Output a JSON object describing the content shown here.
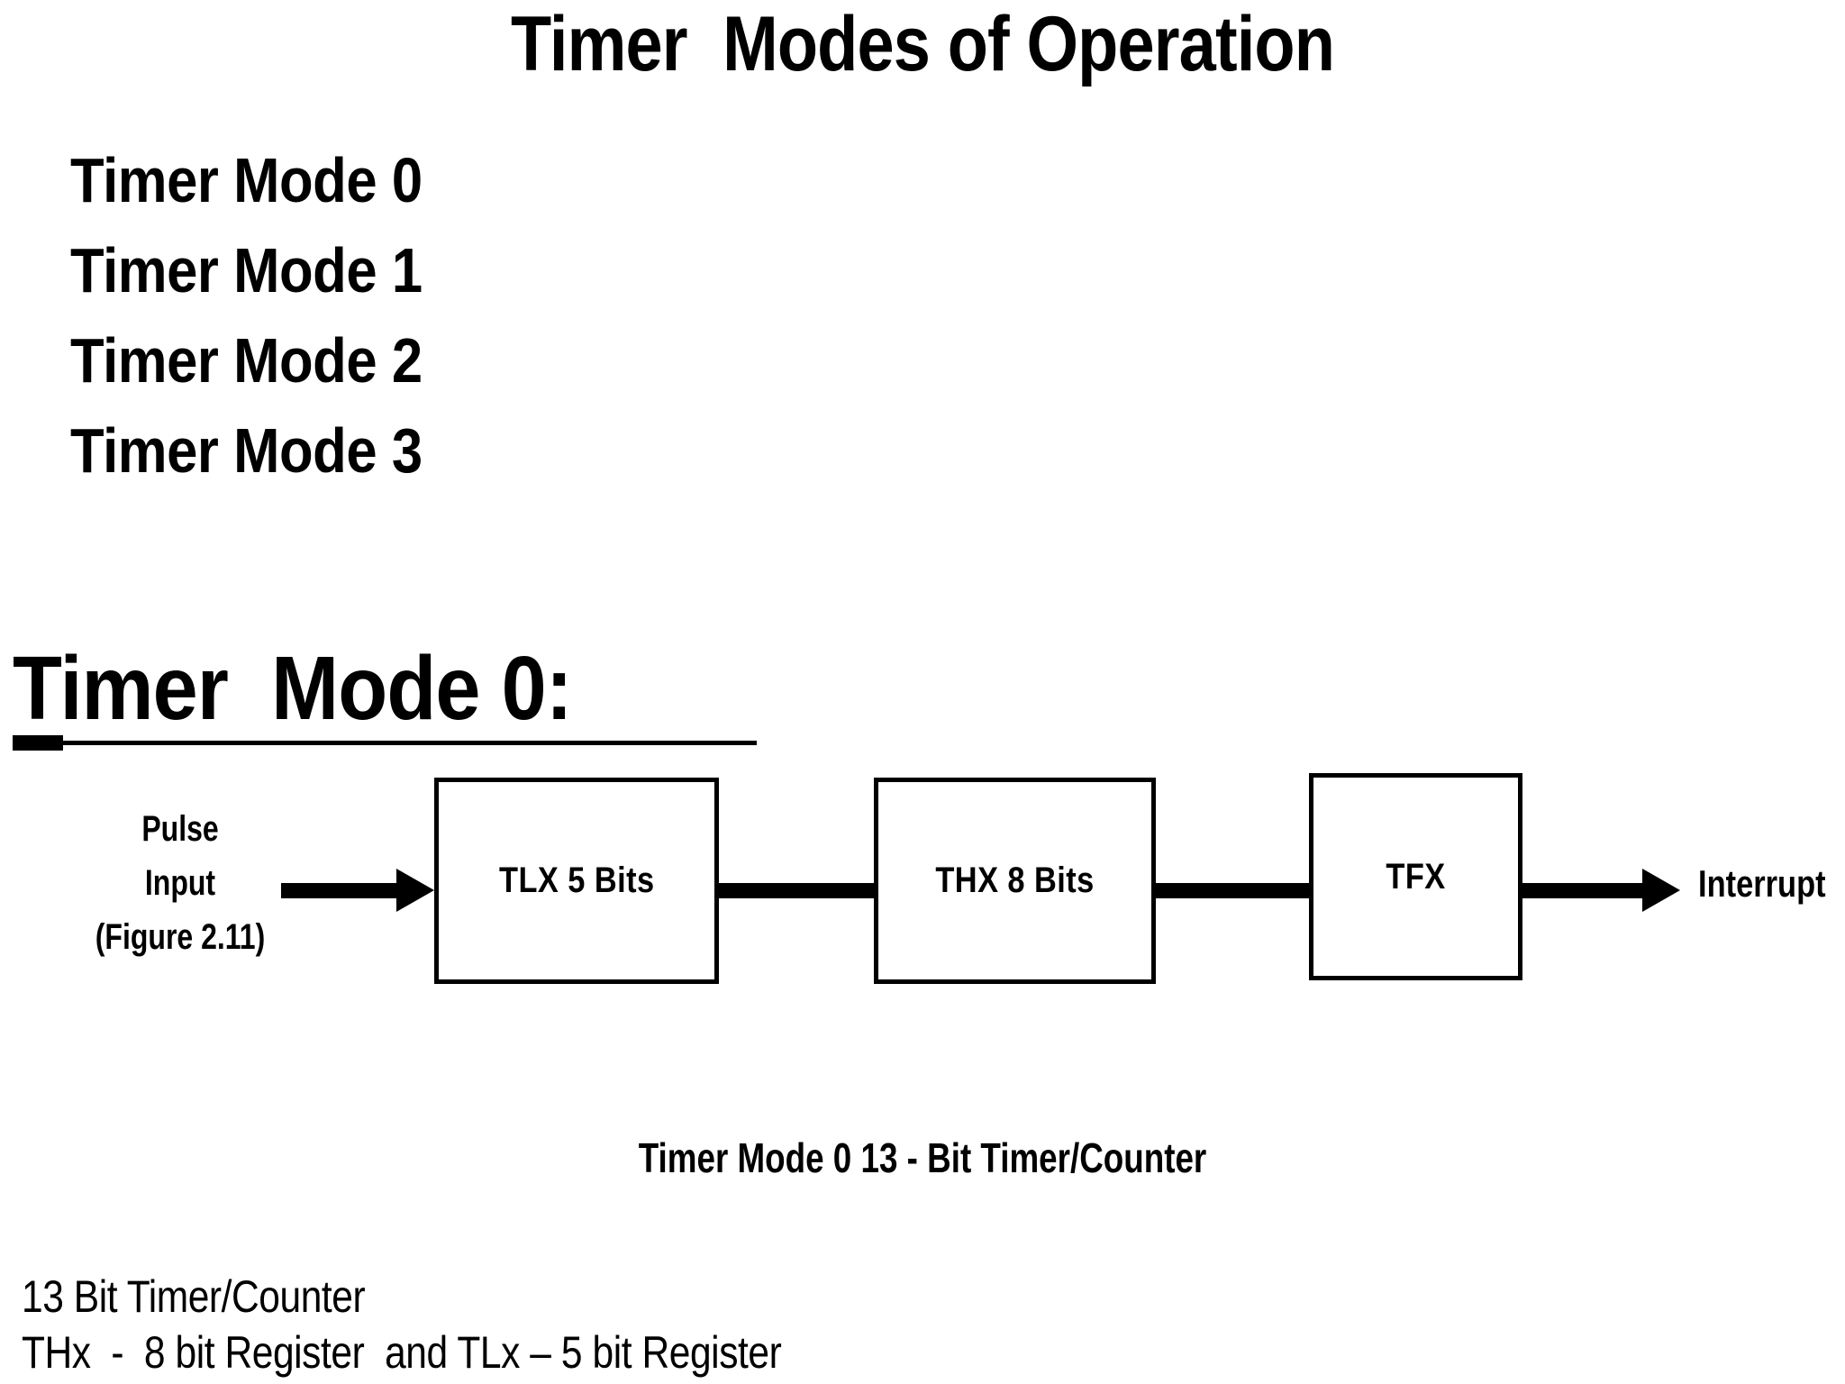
{
  "slide": {
    "title": "Timer  Modes of Operation",
    "mode_list": [
      "Timer Mode 0",
      "Timer Mode 1",
      "Timer Mode 2",
      "Timer Mode 3"
    ],
    "section_heading": "Timer  Mode 0:"
  },
  "diagram": {
    "input_label_lines": [
      "Pulse",
      "Input",
      "(Figure 2.11)"
    ],
    "blocks": [
      {
        "id": "tlx",
        "label": "TLX 5 Bits"
      },
      {
        "id": "thx",
        "label": "THX 8 Bits"
      },
      {
        "id": "tfx",
        "label": "TFX"
      }
    ],
    "output_label": "Interrupt",
    "caption": "Timer Mode 0 13 - Bit Timer/Counter"
  },
  "footer": {
    "lines": [
      "13 Bit Timer/Counter",
      "THx  -  8 bit Register  and TLx – 5 bit Register"
    ]
  },
  "colors": {
    "background": "#ffffff",
    "ink": "#000000"
  }
}
